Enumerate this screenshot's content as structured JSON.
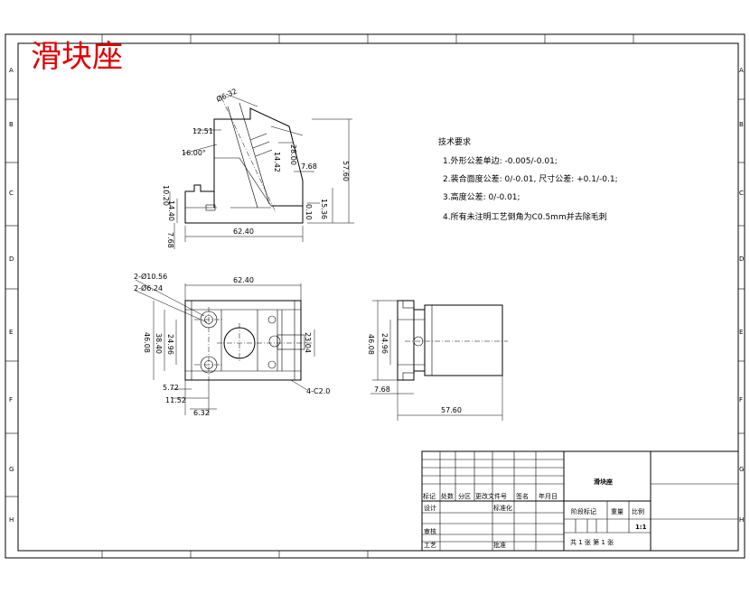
{
  "title": "滑块座",
  "zone_letters_left": [
    "A",
    "B",
    "C",
    "D",
    "E",
    "F",
    "G",
    "H"
  ],
  "zone_letters_right": [
    "A",
    "B",
    "C",
    "D",
    "E",
    "F",
    "G",
    "H"
  ],
  "requirements": {
    "heading": "技术要求",
    "items": [
      "1.外形公差单边: -0.005/-0.01;",
      "2.装合面度公差: 0/-0.01, 尺寸公差: +0.1/-0.1;",
      "3.高度公差: 0/-0.01;",
      "4.所有未注明工艺倒角为C0.5mm并去除毛刺"
    ]
  },
  "front_view_dims": {
    "d1": "Ø6.32",
    "d2": "12.51",
    "d3": "28.00",
    "d4": "16.00°",
    "d5": "14.42",
    "d6": "7.68",
    "d7": "57.60",
    "d8": "10.20",
    "d9": "14.40",
    "d10": "0.10",
    "d11": "15.36",
    "d12": "7.68",
    "d13": "62.40"
  },
  "top_view_dims": {
    "d1": "2-Ø10.56",
    "d2": "2-Ø6.24",
    "d3": "62.40",
    "d4": "46.08",
    "d5": "38.40",
    "d6": "24.96",
    "d7": "23.04",
    "d8": "5.72",
    "d9": "11.52",
    "d10": "6.32",
    "d11": "4-C2.0"
  },
  "side_view_dims": {
    "d1": "46.08",
    "d2": "24.96",
    "d3": "7.68",
    "d4": "57.60"
  },
  "title_block": {
    "part_name": "滑块座",
    "h_mark": "标记",
    "h_count": "处数",
    "h_zone": "分区",
    "h_doc": "更改文件号",
    "h_sign": "签名",
    "h_date": "年月日",
    "design": "设计",
    "standard": "标准化",
    "stage": "阶段标记",
    "weight": "重量",
    "scale_label": "比例",
    "scale": "1:1",
    "review": "审核",
    "process": "工艺",
    "approve": "批准",
    "sheets": "共 1 张  第 1 张"
  }
}
